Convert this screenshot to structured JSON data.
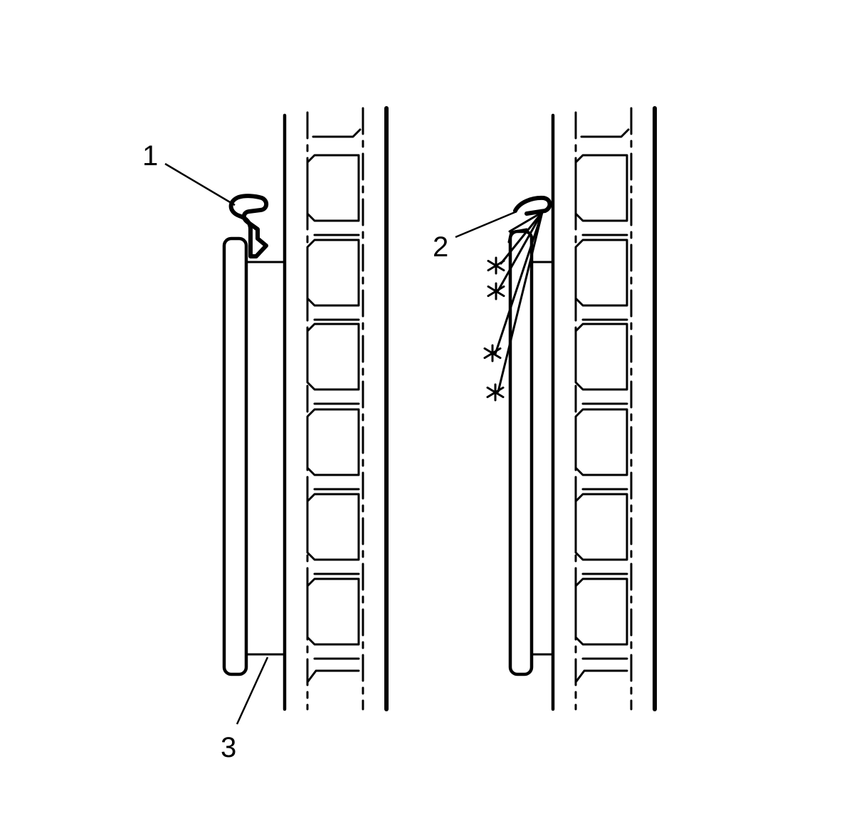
{
  "callouts": {
    "c1": "1",
    "c2": "2",
    "c3": "3"
  },
  "icons": {
    "left_view": "clip-before-removal",
    "right_view": "clip-pried-with-tool"
  }
}
